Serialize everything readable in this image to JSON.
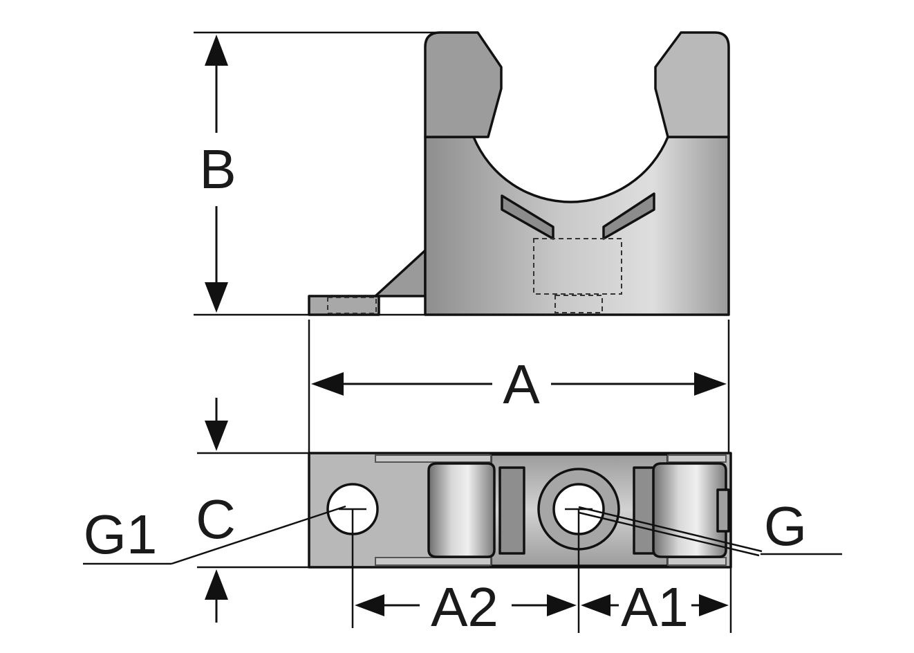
{
  "diagram": {
    "labels": {
      "width_overall": "A",
      "height": "B",
      "depth": "C",
      "hole_distance": "A2",
      "edge_to_center": "A1",
      "hole_large": "G",
      "hole_small": "G1"
    },
    "colors": {
      "body_light": "#d6d6d6",
      "body_mid": "#b4b4b4",
      "body_dark": "#8a8a8a",
      "line": "#111111",
      "background": "#ffffff"
    }
  }
}
